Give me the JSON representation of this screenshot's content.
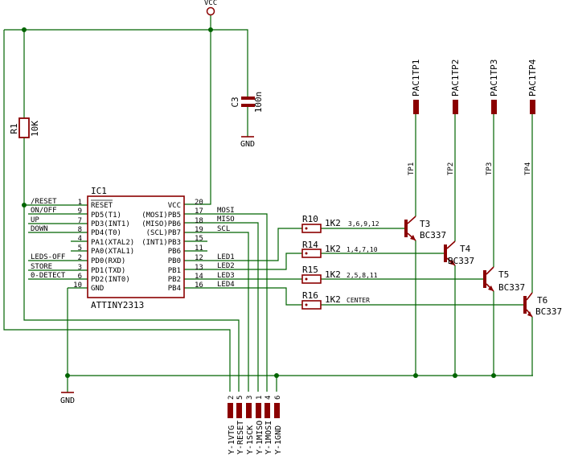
{
  "vcc_label": "VCC",
  "gnd_label": "GND",
  "gnd_label_2": "GND",
  "r1": {
    "name": "R1",
    "value": "10K"
  },
  "c3": {
    "name": "C3",
    "value": "100n"
  },
  "ic": {
    "name": "IC1",
    "part": "ATTINY2313",
    "left_pins": [
      {
        "name": "RESET",
        "num": "1"
      },
      {
        "name": "PD5(T1)",
        "num": "9"
      },
      {
        "name": "PD3(INT1)",
        "num": "7"
      },
      {
        "name": "PD4(T0)",
        "num": "8"
      },
      {
        "name": "PA1(XTAL2)",
        "num": "4"
      },
      {
        "name": "PA0(XTAL1)",
        "num": "5"
      },
      {
        "name": "PD0(RXD)",
        "num": "2"
      },
      {
        "name": "PD1(TXD)",
        "num": "3"
      },
      {
        "name": "PD2(INT0)",
        "num": "6"
      },
      {
        "name": "GND",
        "num": "10"
      }
    ],
    "right_pins": [
      {
        "name": "VCC",
        "num": "20"
      },
      {
        "name": "(MOSI)PB5",
        "num": "17"
      },
      {
        "name": "(MISO)PB6",
        "num": "18"
      },
      {
        "name": "(SCL)PB7",
        "num": "19"
      },
      {
        "name": "(INT1)PB3",
        "num": "15"
      },
      {
        "name": "PB6",
        "num": "11"
      },
      {
        "name": "PB0",
        "num": "12"
      },
      {
        "name": "PB1",
        "num": "13"
      },
      {
        "name": "PB2",
        "num": "14"
      },
      {
        "name": "PB4",
        "num": "16"
      }
    ]
  },
  "left_nets": [
    "/RESET",
    "ON/OFF",
    "UP",
    "DOWN",
    "LEDS-OFF",
    "STORE",
    "0-DETECT"
  ],
  "right_nets": [
    "MOSI",
    "MISO",
    "SCL",
    "LED1",
    "LED2",
    "LED3",
    "LED4"
  ],
  "resistors": [
    {
      "name": "R10",
      "value": "1K2",
      "note": "3,6,9,12"
    },
    {
      "name": "R14",
      "value": "1K2",
      "note": "1,4,7,10"
    },
    {
      "name": "R15",
      "value": "1K2",
      "note": "2,5,8,11"
    },
    {
      "name": "R16",
      "value": "1K2",
      "note": "CENTER"
    }
  ],
  "transistors": [
    {
      "name": "T3",
      "part": "BC337"
    },
    {
      "name": "T4",
      "part": "BC337"
    },
    {
      "name": "T5",
      "part": "BC337"
    },
    {
      "name": "T6",
      "part": "BC337"
    }
  ],
  "pads": [
    "PAC1TP1",
    "PAC1TP2",
    "PAC1TP3",
    "PAC1TP4"
  ],
  "tp_labels": [
    "TP1",
    "TP2",
    "TP3",
    "TP4"
  ],
  "connector_pins": [
    "2",
    "5",
    "3",
    "1",
    "4",
    "6"
  ],
  "connector_labels": [
    "Y-1VTG",
    "Y-RESET",
    "Y-1SCK",
    "Y-1MISO",
    "Y-1MOSI",
    "Y-1GND"
  ]
}
